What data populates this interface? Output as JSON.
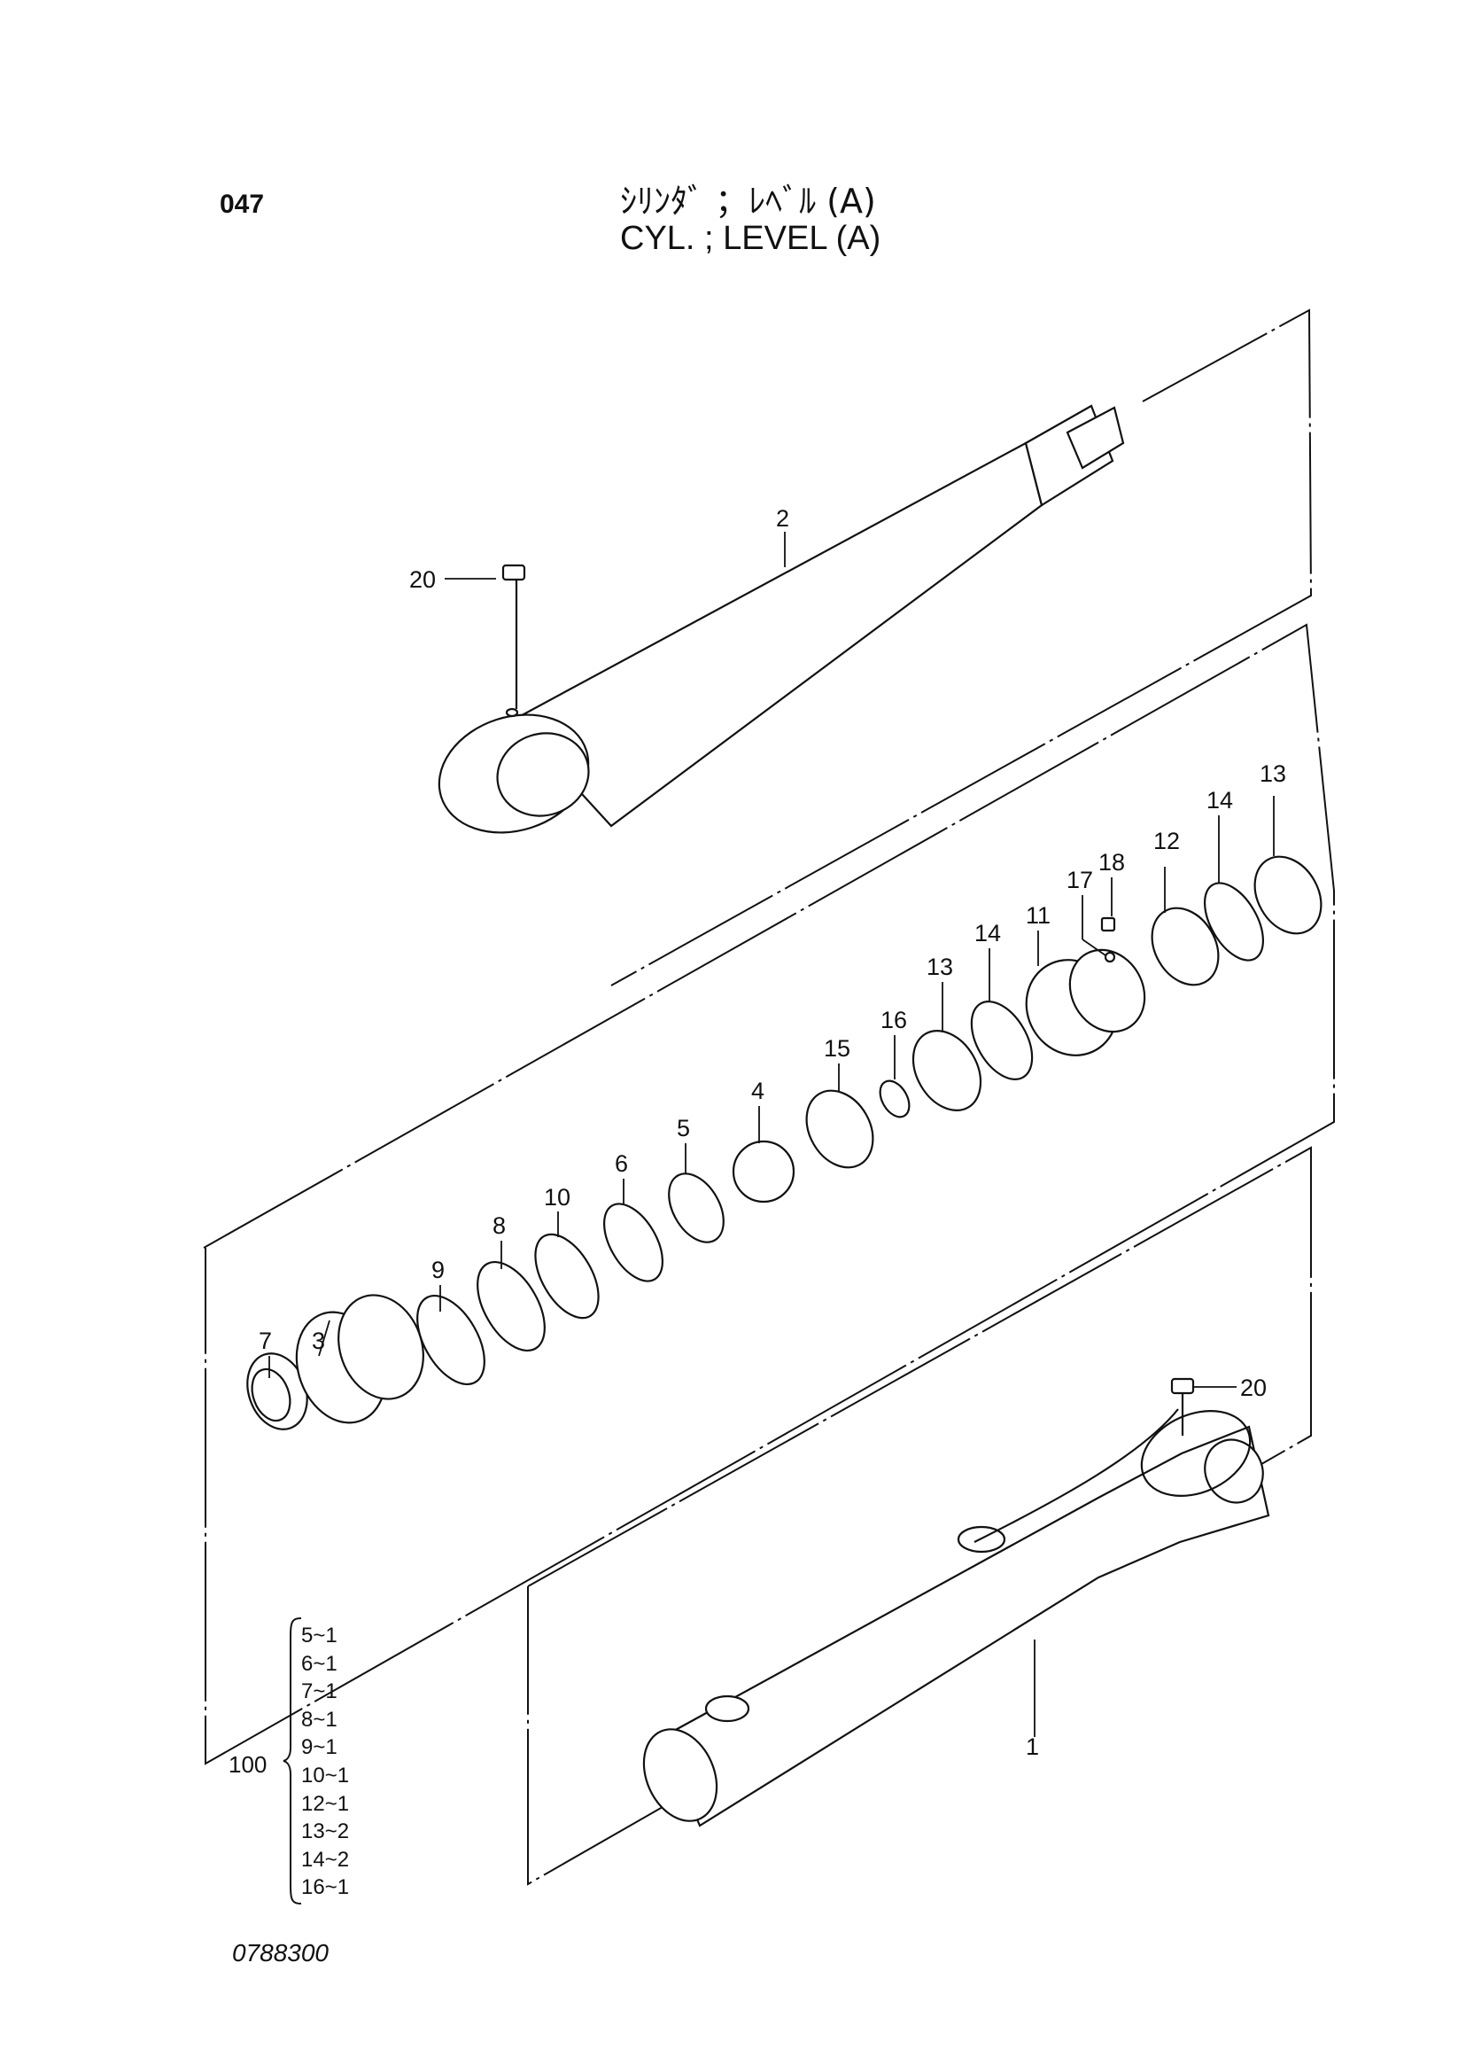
{
  "page_number": "047",
  "title_jp": "ｼﾘﾝﾀﾞ ；ﾚﾍﾞﾙ (A)",
  "title_en": "CYL. ; LEVEL (A)",
  "callouts": {
    "c1": "1",
    "c2": "2",
    "c3": "3",
    "c4": "4",
    "c5": "5",
    "c6": "6",
    "c7": "7",
    "c8": "8",
    "c9": "9",
    "c10": "10",
    "c11": "11",
    "c12": "12",
    "c13a": "13",
    "c13b": "13",
    "c14a": "14",
    "c14b": "14",
    "c15": "15",
    "c16": "16",
    "c17": "17",
    "c18": "18",
    "c20a": "20",
    "c20b": "20"
  },
  "kit": {
    "number": "100",
    "brace": "{",
    "items": [
      "5~1",
      "6~1",
      "7~1",
      "8~1",
      "9~1",
      "10~1",
      "12~1",
      "13~2",
      "14~2",
      "16~1"
    ]
  },
  "document_code": "0788300"
}
